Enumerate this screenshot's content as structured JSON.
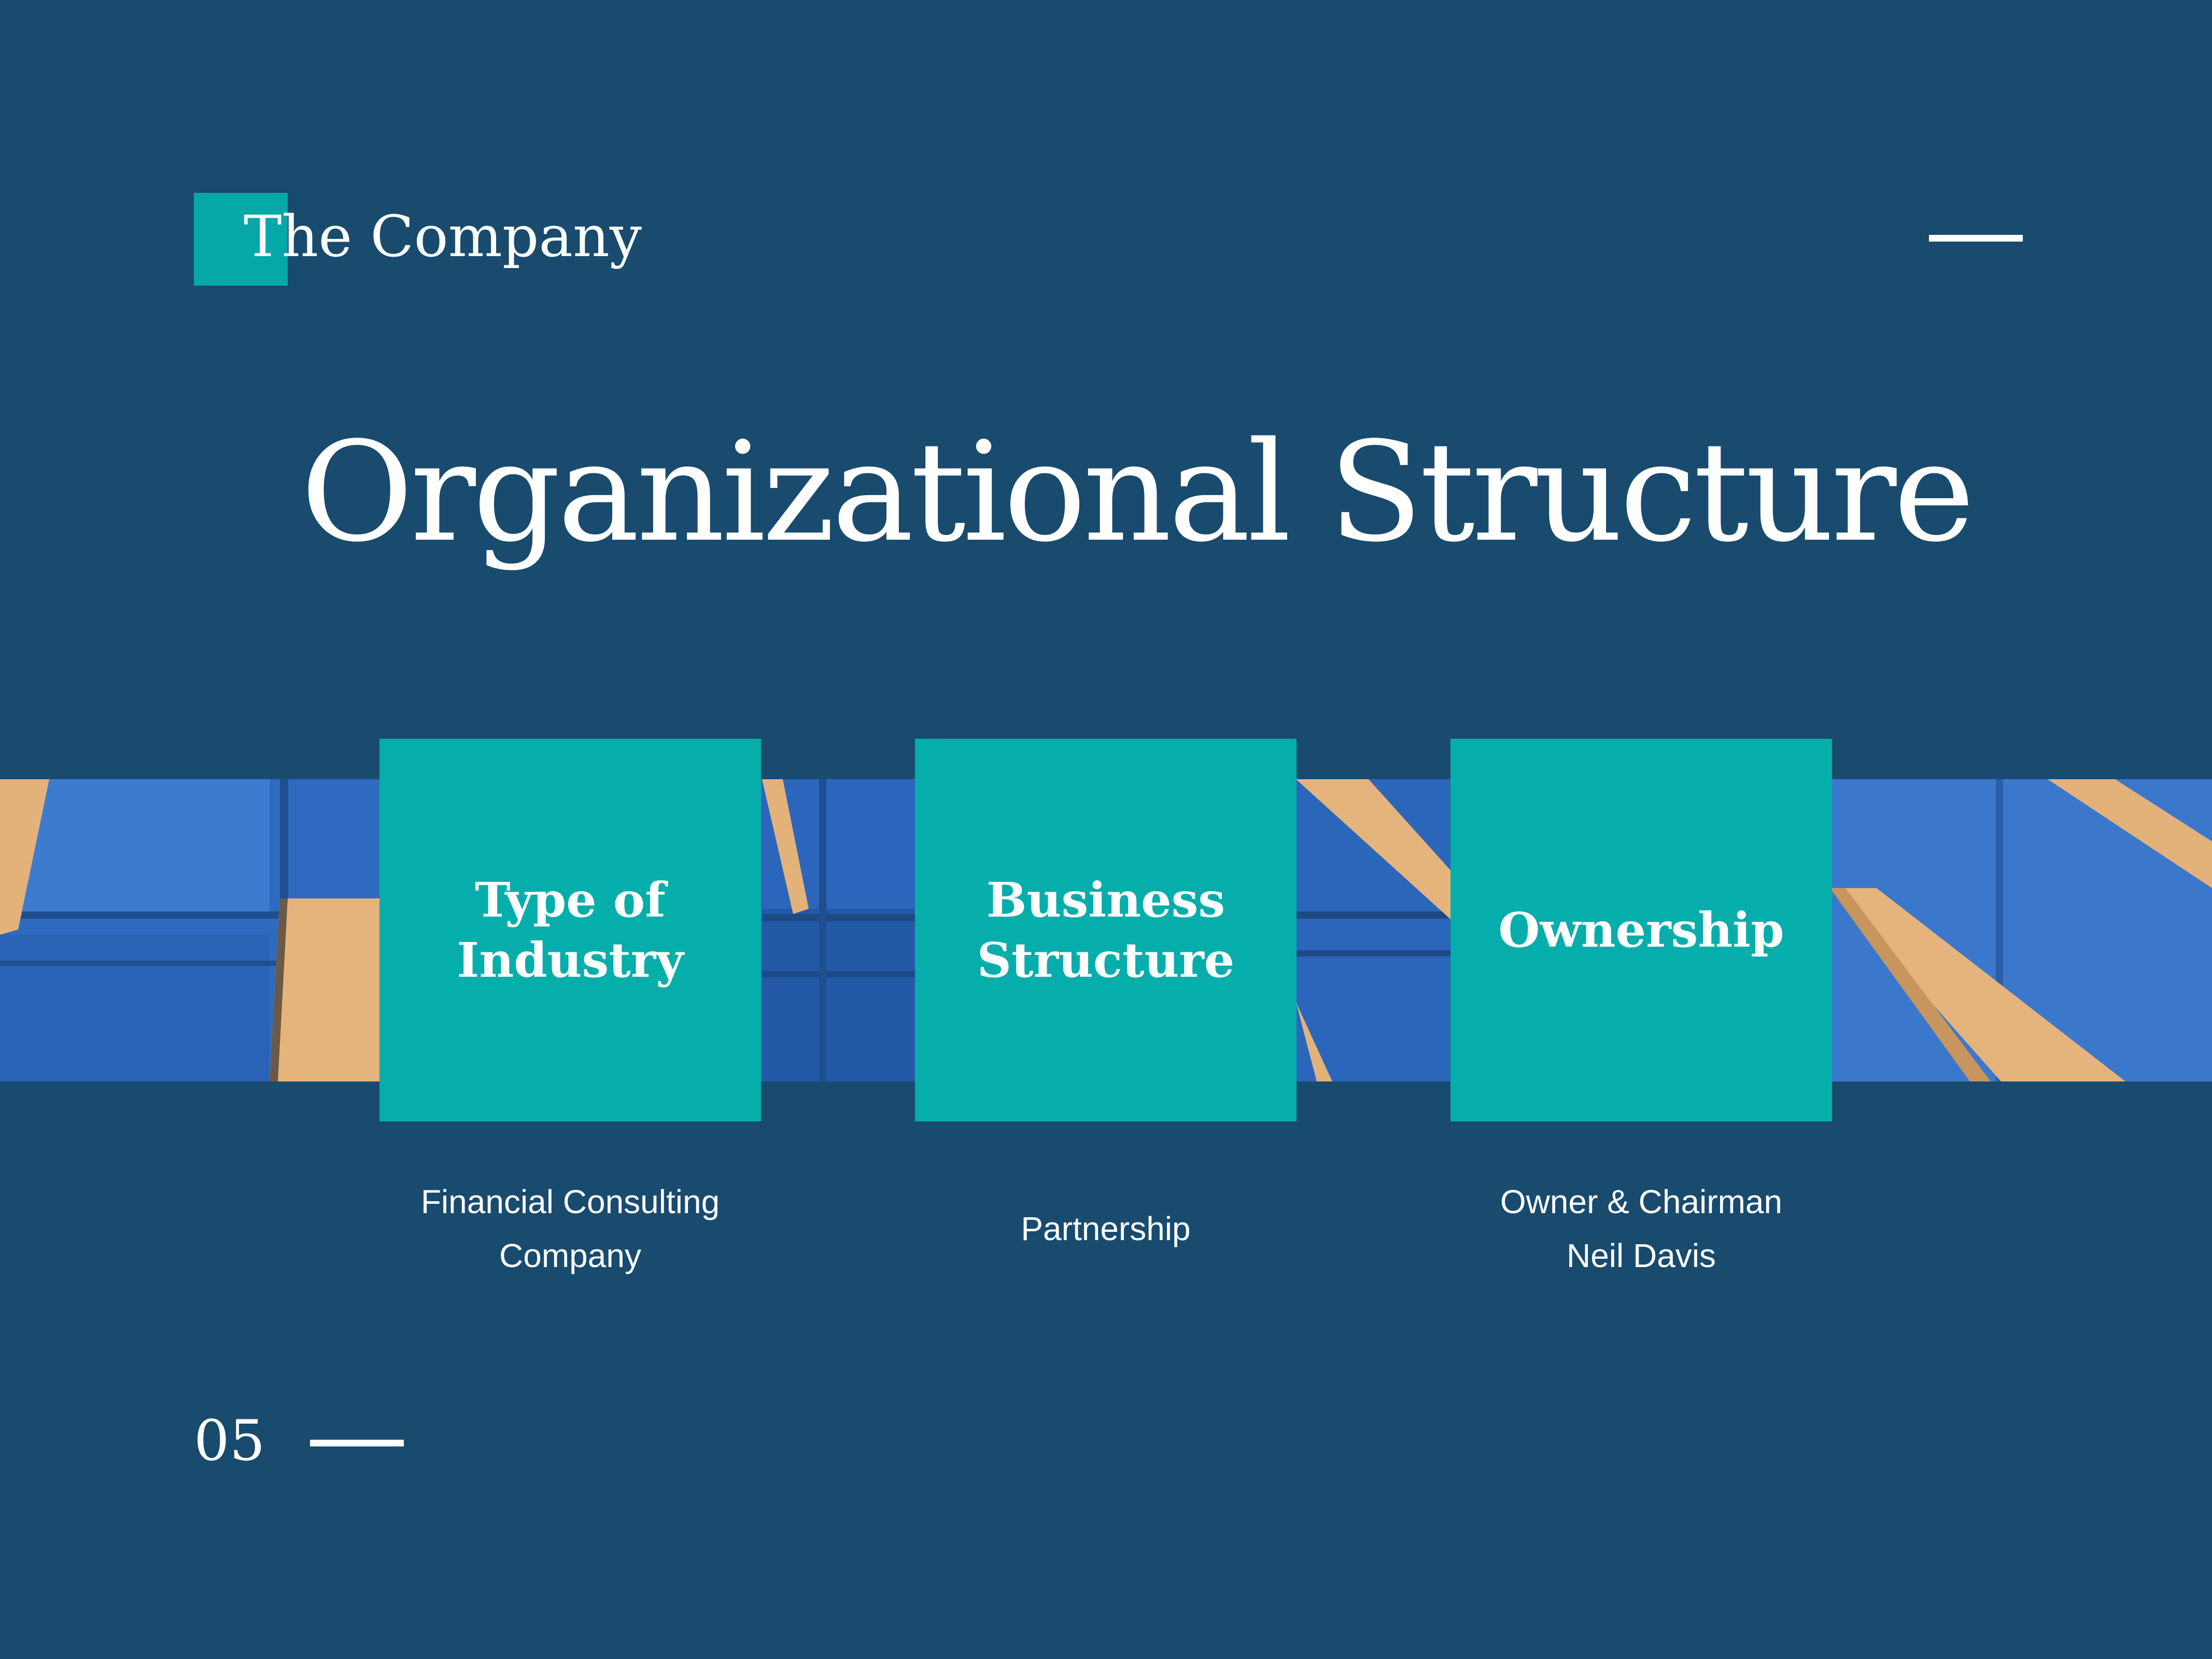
{
  "header": {
    "section_label": "The Company"
  },
  "title": "Organizational Structure",
  "cards": [
    {
      "label": "Type of Industry",
      "description_lines": [
        "Financial Consulting",
        "Company"
      ]
    },
    {
      "label": "Business Structure",
      "description_lines": [
        "Partnership"
      ]
    },
    {
      "label": "Ownership",
      "description_lines": [
        "Owner & Chairman",
        "Neil Davis"
      ]
    }
  ],
  "footer": {
    "page_number": "05"
  },
  "colors": {
    "background": "#184b6e",
    "accent_teal": "#05aeab",
    "text": "#ffffff",
    "photo_blue": "#2f6fc4",
    "photo_beam": "#e5b47c"
  }
}
